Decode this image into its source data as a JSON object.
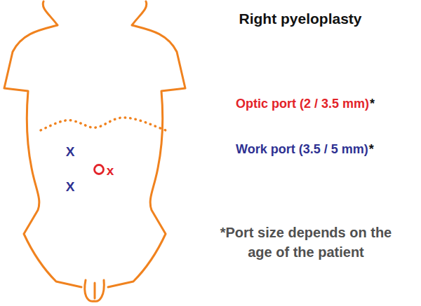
{
  "diagram": {
    "title": "Right pyeloplasty",
    "labels": [
      "Optic port (2 / 3.5 mm)",
      "*",
      "Work port (3.5 / 5 mm)",
      "*",
      "*Port size depends on the age of the patient",
      "X",
      "X",
      "x"
    ]
  }
}
